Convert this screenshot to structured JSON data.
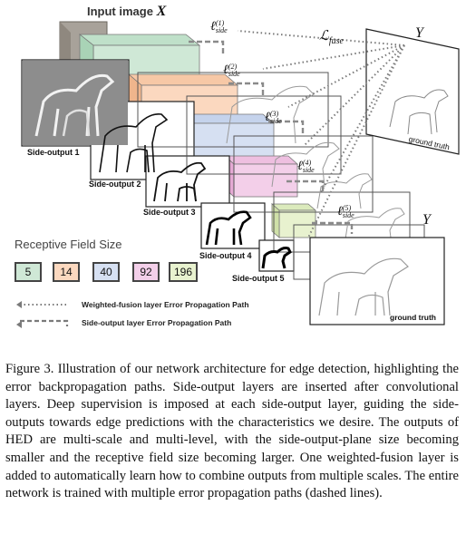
{
  "figure": {
    "input_label": "Input image",
    "input_symbol": "X",
    "output_symbol": "Y",
    "output_symbol_2": "Y",
    "fuse_loss": "ℒ",
    "fuse_loss_sub": "fuse",
    "side_losses": [
      {
        "l": "ℓ",
        "sup": "(1)",
        "sub": "side"
      },
      {
        "l": "ℓ",
        "sup": "(2)",
        "sub": "side"
      },
      {
        "l": "ℓ",
        "sup": "(3)",
        "sub": "side"
      },
      {
        "l": "ℓ",
        "sup": "(4)",
        "sub": "side"
      },
      {
        "l": "ℓ",
        "sup": "(5)",
        "sub": "side"
      }
    ],
    "side_outputs": [
      "Side-output 1",
      "Side-output 2",
      "Side-output 3",
      "Side-output 4",
      "Side-output 5"
    ],
    "ground_truth_top": "ground truth",
    "ground_truth_bottom": "ground truth",
    "receptive_title": "Receptive Field Size",
    "receptive_fields": [
      {
        "value": "5",
        "color": "#cfe8d6"
      },
      {
        "value": "14",
        "color": "#fbd8bf"
      },
      {
        "value": "40",
        "color": "#d6e0f2"
      },
      {
        "value": "92",
        "color": "#f3cfe9"
      },
      {
        "value": "196",
        "color": "#e8f2cf"
      }
    ],
    "legend_fusion": "Weighted-fusion layer Error Propagation Path",
    "legend_side": "Side-output layer Error Propagation Path"
  },
  "caption": {
    "label": "Figure 3.",
    "text": " Illustration of our network architecture for edge detection, highlighting the error backpropagation paths. Side-output layers are inserted after convolutional layers. Deep supervision is imposed at each side-output layer, guiding the side-outputs towards edge predictions with the characteristics we desire. The outputs of HED are multi-scale and multi-level, with the side-output-plane size becoming smaller and the receptive field size becoming larger. One weighted-fusion layer is added to automatically learn how to combine outputs from multiple scales. The entire network is trained with multiple error propagation paths (dashed lines)."
  }
}
